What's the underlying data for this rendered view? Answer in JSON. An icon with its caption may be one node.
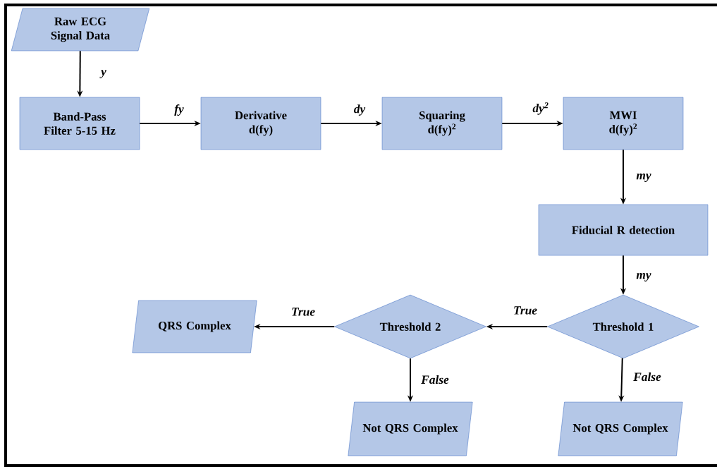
{
  "diagram": {
    "nodes": [
      {
        "text": [
          "Raw ECG Signal Data"
        ]
      },
      {
        "text": [
          "Band-Pass Filter 5-15 Hz"
        ]
      },
      {
        "text": [
          "Derivative",
          "d(fy)"
        ]
      },
      {
        "text": [
          "Squaring",
          "d(fy)$^{2}$"
        ]
      },
      {
        "text": [
          "MWI",
          "d(fy)$^{2}$"
        ]
      },
      {
        "text": [
          "Fiducial R detection"
        ]
      },
      {
        "text": [
          "Threshold 1"
        ]
      },
      {
        "text": [
          "Threshold 2"
        ]
      },
      {
        "text": [
          "QRS Complex"
        ]
      },
      {
        "text": [
          "Not QRS Complex"
        ]
      },
      {
        "text": [
          "Not QRS Complex"
        ]
      }
    ],
    "edges": [
      {
        "from": 0,
        "to": 1,
        "arrow": "to",
        "label": "y"
      },
      {
        "from": 1,
        "to": 2,
        "arrow": "to",
        "label": "fy"
      },
      {
        "from": 2,
        "to": 3,
        "arrow": "to",
        "label": "dy"
      },
      {
        "from": 3,
        "to": 4,
        "arrow": "to",
        "label": "dy$^{2}$"
      },
      {
        "from": 4,
        "to": 5,
        "arrow": "to",
        "label": "my"
      },
      {
        "from": 5,
        "to": 6,
        "arrow": "to",
        "label": "my"
      },
      {
        "from": 6,
        "to": 7,
        "arrow": "to",
        "label": "True"
      },
      {
        "from": 7,
        "to": 8,
        "arrow": "to",
        "label": "True"
      },
      {
        "from": 7,
        "to": 9,
        "arrow": "to",
        "label": "False"
      },
      {
        "from": 6,
        "to": 10,
        "arrow": "to",
        "label": "False"
      }
    ]
  }
}
